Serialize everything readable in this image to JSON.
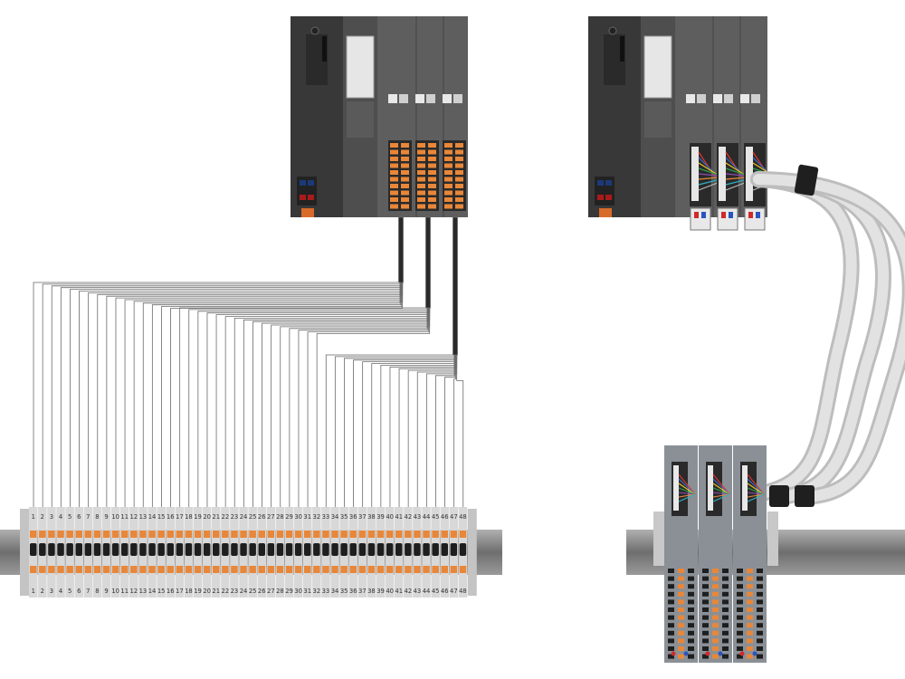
{
  "terminal_numbers": [
    "1",
    "2",
    "3",
    "4",
    "5",
    "6",
    "7",
    "8",
    "9",
    "10",
    "11",
    "12",
    "13",
    "14",
    "15",
    "16",
    "17",
    "18",
    "19",
    "20",
    "21",
    "22",
    "23",
    "24",
    "25",
    "26",
    "27",
    "28",
    "29",
    "30",
    "31",
    "32",
    "33",
    "34",
    "35",
    "36",
    "37",
    "38",
    "39",
    "40",
    "41",
    "42",
    "43",
    "44",
    "45",
    "46",
    "47",
    "48"
  ],
  "colors": {
    "plc_dark": "#3a3a3a",
    "plc_mid": "#565656",
    "plc_light": "#6d6d6d",
    "terminal_orange": "#e8873a",
    "terminal_grey": "#d8d8d8",
    "terminal_black": "#1e1e1e",
    "din_rail": "#8a8a8a",
    "cable": "#d6d6d6",
    "wire": "#7a7a7a"
  },
  "module_channels": [
    16,
    16,
    16
  ]
}
